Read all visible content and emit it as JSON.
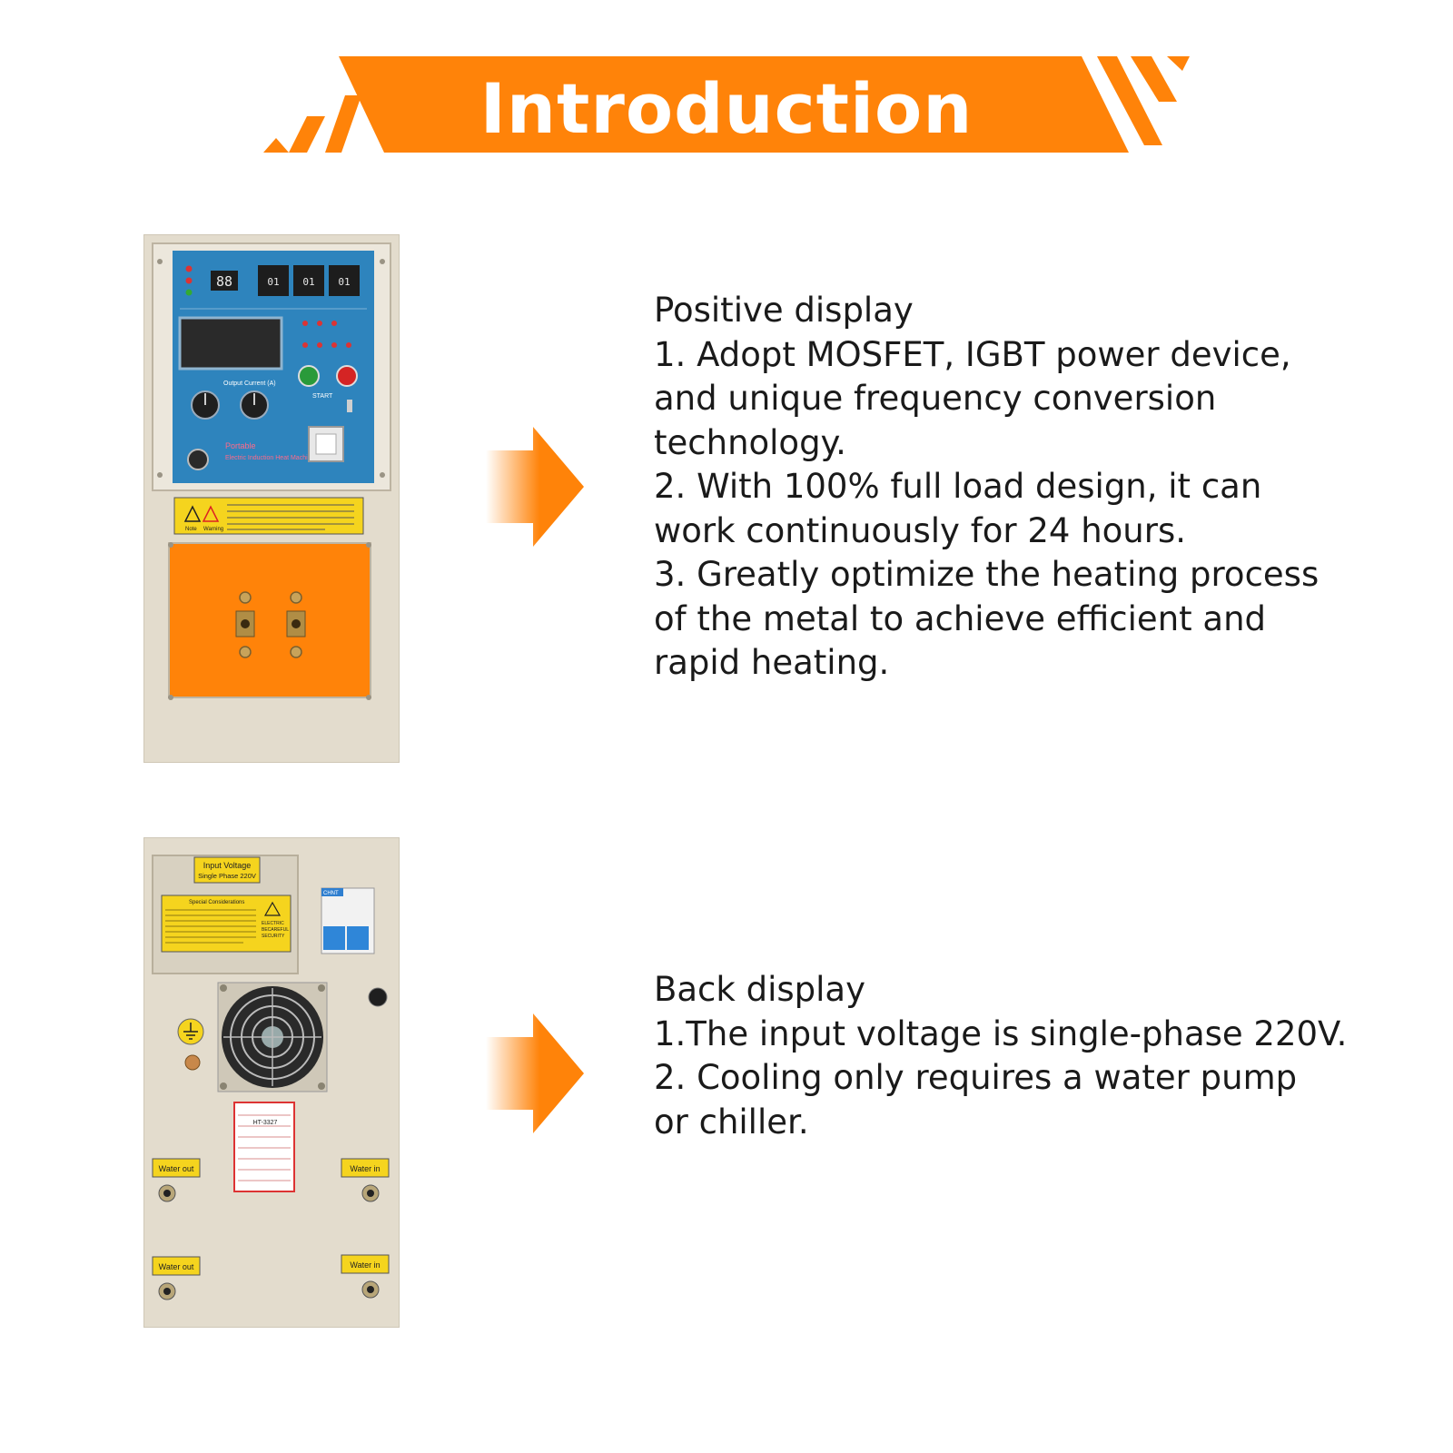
{
  "colors": {
    "accent": "#FF8309",
    "background": "#FFFFFF",
    "text": "#1A1A1A",
    "cabinet": "#E3DCCD",
    "panel": "#2E84BD"
  },
  "header": {
    "title": "Introduction"
  },
  "front": {
    "heading": "Positive display",
    "lines": [
      "1. Adopt MOSFET, IGBT power device,",
      "and unique frequency conversion",
      "technology.",
      "2. With 100% full load design, it can",
      "work continuously for 24 hours.",
      "3. Greatly optimize the heating process",
      "of the metal to achieve efficient and",
      "rapid heating."
    ],
    "panel": {
      "display_left": "88",
      "display_1": "01",
      "display_2": "01",
      "display_3": "01",
      "output_current_label": "Output Current (A)",
      "start_label": "START",
      "brand_line1": "Portable",
      "brand_line2": "Electric Induction Heat Machine",
      "note_label": "Note",
      "warning_label": "Warning"
    }
  },
  "back": {
    "heading": "Back display",
    "lines": [
      "1.The input voltage is single-phase 220V.",
      "2. Cooling only requires a water pump",
      "or chiller."
    ],
    "panel": {
      "input_voltage_line1": "Input Voltage",
      "input_voltage_line2": "Single Phase 220V",
      "special_considerations": "Special Considerations",
      "electric_1": "ELECTRIC",
      "electric_2": "BECAREFUL",
      "electric_3": "SECURITY",
      "breaker_brand": "CHNT",
      "model": "HT-3327",
      "water_out_1": "Water out",
      "water_in_1": "Water in",
      "water_out_2": "Water out",
      "water_in_2": "Water in"
    }
  }
}
